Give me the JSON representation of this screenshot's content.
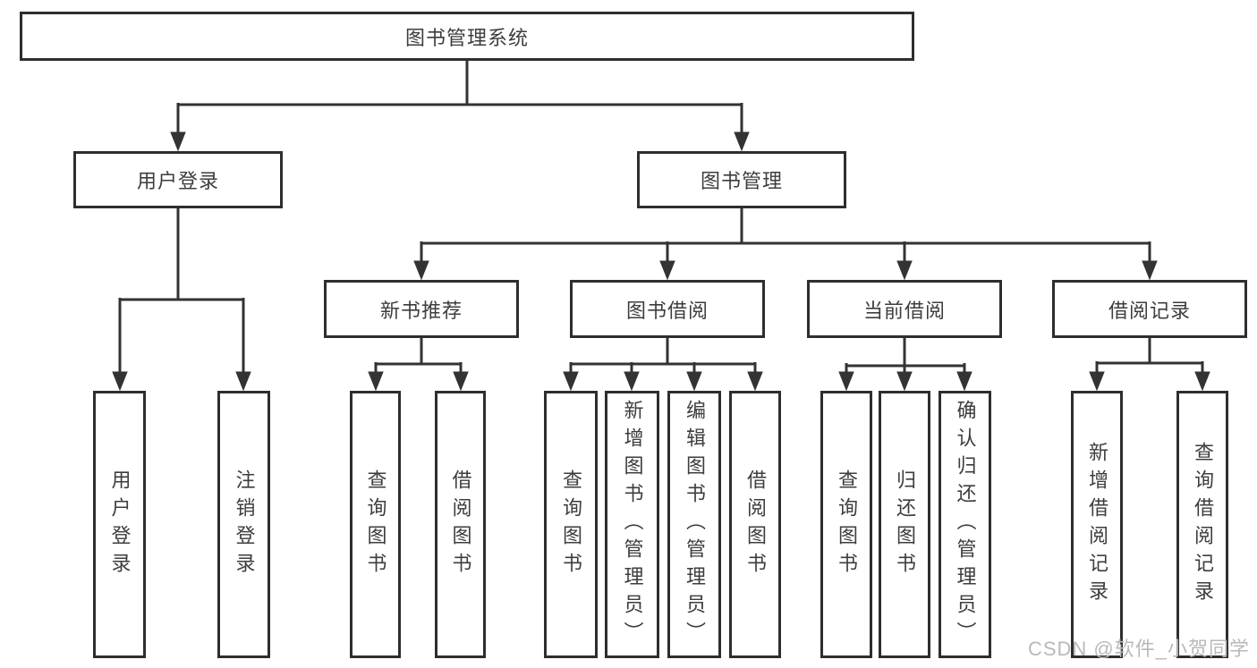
{
  "diagram_title": "图书管理系统",
  "nodes": {
    "root": "图书管理系统",
    "user_login": "用户登录",
    "book_mgmt": "图书管理",
    "new_book": "新书推荐",
    "book_borrow": "图书借阅",
    "current_borrow": "当前借阅",
    "borrow_record": "借阅记录",
    "leaf_user_login": "用户登录",
    "leaf_logout": "注销登录",
    "leaf_newbook_query": "查询图书",
    "leaf_newbook_borrow": "借阅图书",
    "leaf_bookborrow_query": "查询图书",
    "leaf_bookborrow_add": "新增图书（管理员）",
    "leaf_bookborrow_edit": "编辑图书（管理员）",
    "leaf_bookborrow_borrow": "借阅图书",
    "leaf_current_query": "查询图书",
    "leaf_current_return": "归还图书",
    "leaf_current_confirm": "确认归还（管理员）",
    "leaf_record_add": "新增借阅记录",
    "leaf_record_query": "查询借阅记录"
  },
  "watermark": "CSDN @软件_小贺同学",
  "colors": {
    "line": "#333333",
    "box_border": "#2e2e2e",
    "text": "#3d3d3d",
    "watermark": "#b9b9b9",
    "background": "#ffffff"
  }
}
